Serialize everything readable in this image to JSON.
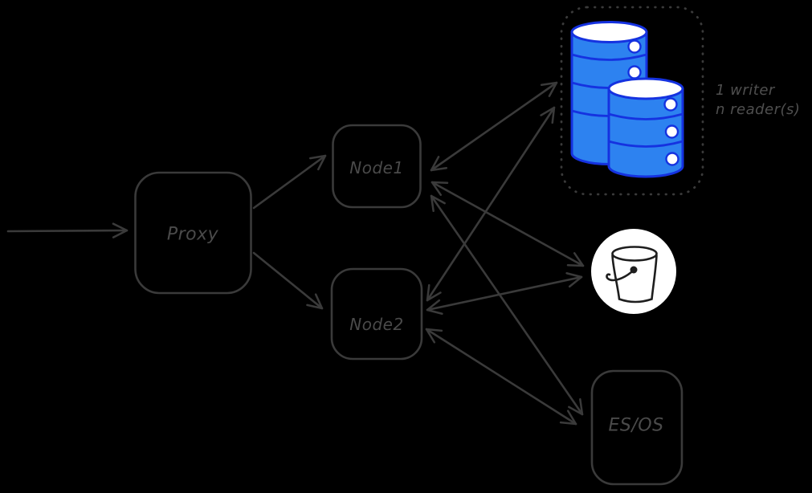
{
  "diagram": {
    "title": "proxy-nodes-storage-architecture",
    "background_color": "#000000",
    "sketch_stroke_color": "#3a3a3a",
    "nodes": {
      "proxy": {
        "label": "Proxy"
      },
      "node1": {
        "label": "Node1"
      },
      "node2": {
        "label": "Node2"
      },
      "es_os": {
        "label": "ES/OS"
      }
    },
    "database_cluster": {
      "caption_line1": "1 writer",
      "caption_line2": "n reader(s)",
      "cylinder_count": 2,
      "cylinder_fill": "#2d82f0",
      "cylinder_stroke": "#1532e0",
      "cylinder_top_fill": "#ffffff",
      "border_style": "dotted"
    },
    "bucket": {
      "circle_fill": "#ffffff",
      "icon_stroke": "#1e1e1e"
    },
    "edges": [
      {
        "from": "client",
        "to": "proxy",
        "bidirectional": false
      },
      {
        "from": "proxy",
        "to": "node1",
        "bidirectional": false
      },
      {
        "from": "proxy",
        "to": "node2",
        "bidirectional": false
      },
      {
        "from": "node1",
        "to": "database-cluster",
        "bidirectional": true
      },
      {
        "from": "node1",
        "to": "bucket",
        "bidirectional": true
      },
      {
        "from": "node1",
        "to": "es-os",
        "bidirectional": true
      },
      {
        "from": "node2",
        "to": "database-cluster",
        "bidirectional": true
      },
      {
        "from": "node2",
        "to": "bucket",
        "bidirectional": true
      },
      {
        "from": "node2",
        "to": "es-os",
        "bidirectional": true
      }
    ]
  }
}
